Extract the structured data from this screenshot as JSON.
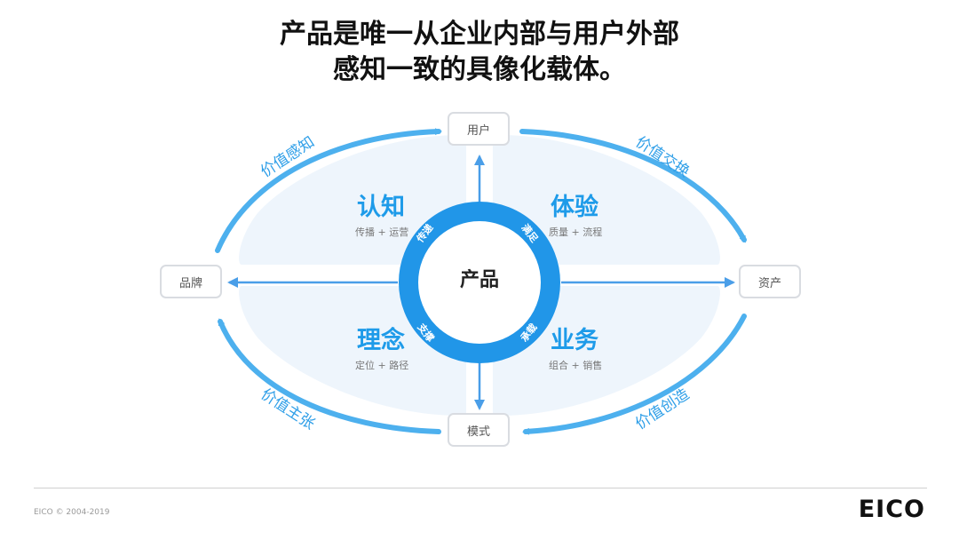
{
  "title": {
    "line1": "产品是唯一从企业内部与用户外部",
    "line2": "感知一致的具像化载体。"
  },
  "nodes": {
    "top": "用户",
    "left": "品牌",
    "right": "资产",
    "bottom": "模式"
  },
  "center": "产品",
  "quadrants": {
    "top_left": {
      "title": "认知",
      "subtitle": "传播 + 运营"
    },
    "top_right": {
      "title": "体验",
      "subtitle": "质量 + 流程"
    },
    "bottom_left": {
      "title": "理念",
      "subtitle": "定位 + 路径"
    },
    "bottom_right": {
      "title": "业务",
      "subtitle": "组合 + 销售"
    }
  },
  "ring_labels": {
    "top_left": "传递",
    "top_right": "满足",
    "bottom_left": "支撑",
    "bottom_right": "承载"
  },
  "arc_labels": {
    "top_left": "价值感知",
    "top_right": "价值交换",
    "bottom_left": "价值主张",
    "bottom_right": "价值创造"
  },
  "footer": {
    "copyright": "EICO © 2004-2019",
    "logo": "EICO"
  },
  "colors": {
    "accent": "#1e9be9",
    "arc": "#4db0ee",
    "ring": "#2196e8",
    "petal": "#eef5fc"
  }
}
